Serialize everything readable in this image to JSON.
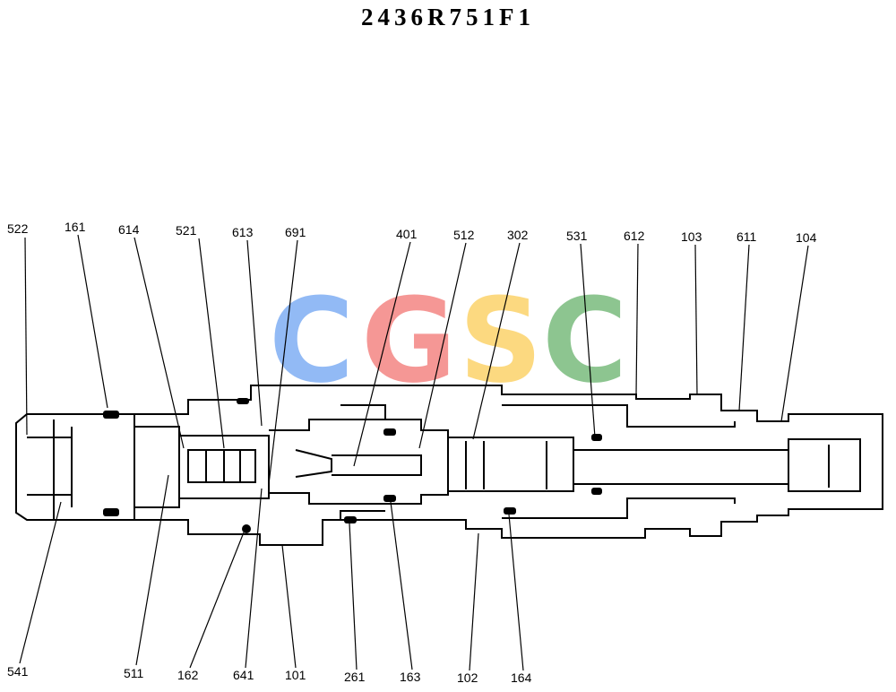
{
  "title": "2436R751F1",
  "watermark": {
    "letters": [
      "C",
      "G",
      "S",
      "C"
    ],
    "colors": [
      "#4a8df0",
      "#ef5350",
      "#fbc02d",
      "#43a047"
    ]
  },
  "labels": {
    "top": [
      "522",
      "161",
      "614",
      "521",
      "613",
      "691",
      "401",
      "512",
      "302",
      "531",
      "612",
      "103",
      "611",
      "104"
    ],
    "bottom": [
      "541",
      "511",
      "162",
      "641",
      "101",
      "261",
      "163",
      "102",
      "164"
    ]
  }
}
